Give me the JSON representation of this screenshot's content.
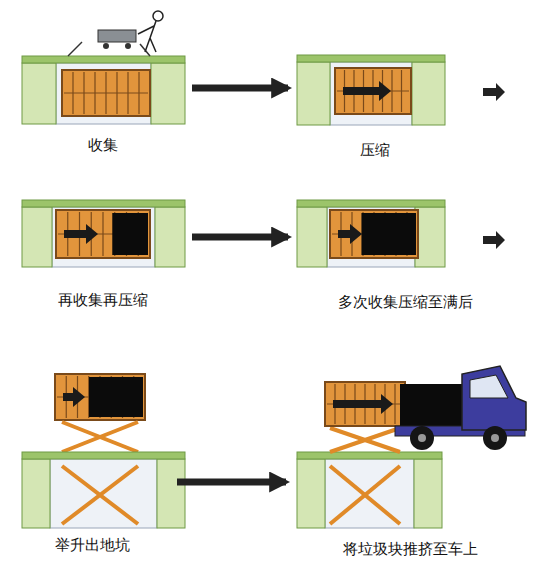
{
  "diagram": {
    "nodes": [
      {
        "text": [
          "收集"
        ]
      },
      {
        "text": [
          "压缩"
        ]
      },
      {
        "text": [
          "再收集再压缩"
        ]
      },
      {
        "text": [
          "多次收集压缩至满后"
        ]
      },
      {
        "text": [
          "举升出地坑"
        ]
      },
      {
        "text": [
          "将垃圾块推挤至车上"
        ]
      }
    ],
    "edges": [
      {
        "from": 0,
        "to": 1,
        "arrow": "to"
      },
      {
        "from": 2,
        "to": 3,
        "arrow": "to"
      },
      {
        "from": 4,
        "to": 5,
        "arrow": "to"
      }
    ]
  }
}
